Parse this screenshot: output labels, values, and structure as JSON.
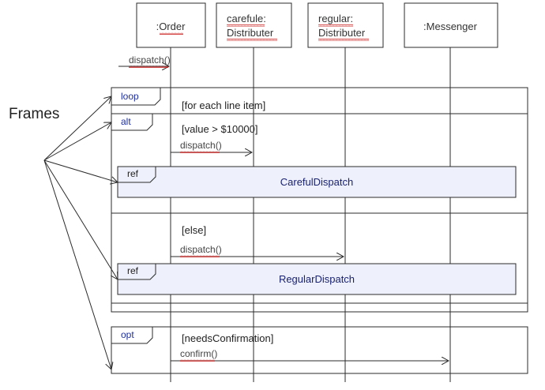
{
  "side_label": "Frames",
  "lifelines": [
    {
      "id": "order",
      "label": ":Order"
    },
    {
      "id": "careful",
      "label_line1": "carefule:",
      "label_line2": "Distributer"
    },
    {
      "id": "regular",
      "label_line1": "regular:",
      "label_line2": "Distributer"
    },
    {
      "id": "messenger",
      "label": ":Messenger"
    }
  ],
  "messages": {
    "initial": "dispatch()",
    "alt_first": "dispatch()",
    "alt_else": "dispatch()",
    "opt": "confirm()"
  },
  "frames": {
    "loop": {
      "operator": "loop",
      "guard": "[for each line item]"
    },
    "alt": {
      "operator": "alt",
      "guard_1": "[value > $10000]",
      "guard_2": "[else]"
    },
    "ref_1": {
      "operator": "ref",
      "name": "CarefulDispatch"
    },
    "ref_2": {
      "operator": "ref",
      "name": "RegularDispatch"
    },
    "opt": {
      "operator": "opt",
      "guard": "[needsConfirmation]"
    }
  },
  "colors": {
    "frame_stroke": "#2b2b2b",
    "ref_fill": "#eef0fb",
    "operator_text": "#1f2f9b",
    "ref_name_text": "#1a2370",
    "misspell_underline": "#cc2222"
  }
}
